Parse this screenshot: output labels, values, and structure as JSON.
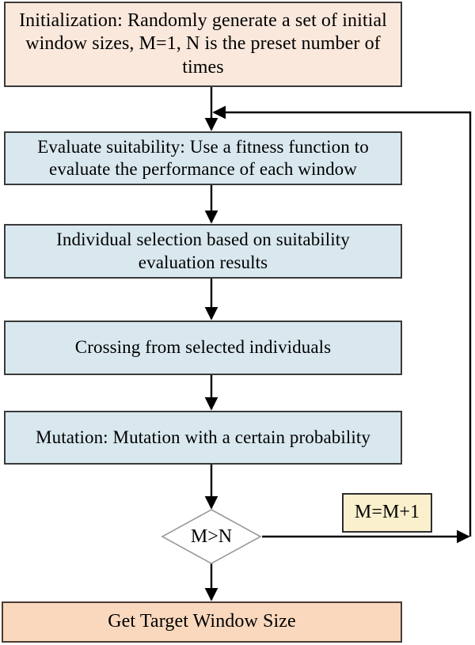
{
  "diagram": {
    "title": "Genetic algorithm window-size optimization flowchart",
    "type": "flowchart",
    "colors": {
      "start_fill": "#fbe8dc",
      "terminal_fill": "#f9d8bd",
      "step_fill": "#d9e8ef",
      "counter_fill": "#fbf0cd",
      "box_border": "#3a3a3a",
      "diamond_border": "#9a9a9a",
      "edge": "#000000",
      "text": "#000000",
      "background": "#ffffff"
    }
  },
  "nodes": {
    "initialization": {
      "label": "Initialization: Randomly generate a set of initial window sizes, M=1, N is the preset number of times",
      "shape": "process",
      "role": "start"
    },
    "evaluate": {
      "label": "Evaluate suitability: Use a fitness function to evaluate the performance of each window",
      "shape": "process",
      "role": "step"
    },
    "selection": {
      "label": "Individual selection based on suitability evaluation results",
      "shape": "process",
      "role": "step"
    },
    "crossing": {
      "label": "Crossing from selected individuals",
      "shape": "process",
      "role": "step"
    },
    "mutation": {
      "label": "Mutation: Mutation with a certain probability",
      "shape": "process",
      "role": "step"
    },
    "decision": {
      "label": "M>N",
      "shape": "diamond",
      "role": "decision"
    },
    "increment": {
      "label": "M=M+1",
      "shape": "process",
      "role": "counter"
    },
    "result": {
      "label": "Get Target Window Size",
      "shape": "process",
      "role": "terminal"
    }
  },
  "edges": [
    {
      "from": "initialization",
      "to": "evaluate",
      "label": "",
      "direction": "down"
    },
    {
      "from": "evaluate",
      "to": "selection",
      "label": "",
      "direction": "down"
    },
    {
      "from": "selection",
      "to": "crossing",
      "label": "",
      "direction": "down"
    },
    {
      "from": "crossing",
      "to": "mutation",
      "label": "",
      "direction": "down"
    },
    {
      "from": "mutation",
      "to": "decision",
      "label": "",
      "direction": "down"
    },
    {
      "from": "decision",
      "to": "result",
      "label": "",
      "direction": "down"
    },
    {
      "from": "decision",
      "to": "increment",
      "label": "",
      "direction": "right"
    },
    {
      "from": "increment",
      "to": "evaluate",
      "label": "",
      "direction": "loop-back"
    }
  ]
}
